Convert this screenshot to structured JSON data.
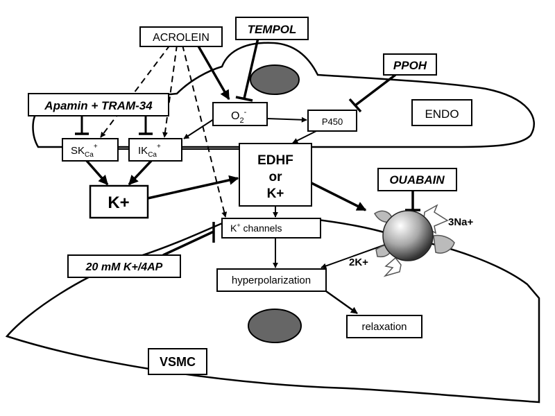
{
  "labels": {
    "acrolein": "ACROLEIN",
    "tempol": "TEMPOL",
    "ppoh": "PPOH",
    "apamin_tram": "Apamin + TRAM-34",
    "o2_main": "O",
    "o2_sub": "2",
    "o2_sup": "-",
    "p450": "P450",
    "endo": "ENDO",
    "sk_main": "SK",
    "sk_sub": "Ca",
    "sk_sup": "+",
    "ik_main": "IK",
    "ik_sub": "Ca",
    "ik_sup": "+",
    "edhf_line1": "EDHF",
    "edhf_line2": "or",
    "edhf_line3": "K+",
    "k_plus": "K+",
    "ouabain": "OUABAIN",
    "k_channels_main": "K",
    "k_channels_sup": "+",
    "k_channels_rest": " channels",
    "three_na": "3Na+",
    "two_k": "2K+",
    "k_4ap": "20 mM K+/4AP",
    "hyperpolarization": "hyperpolarization",
    "relaxation": "relaxation",
    "vsmc": "VSMC"
  }
}
